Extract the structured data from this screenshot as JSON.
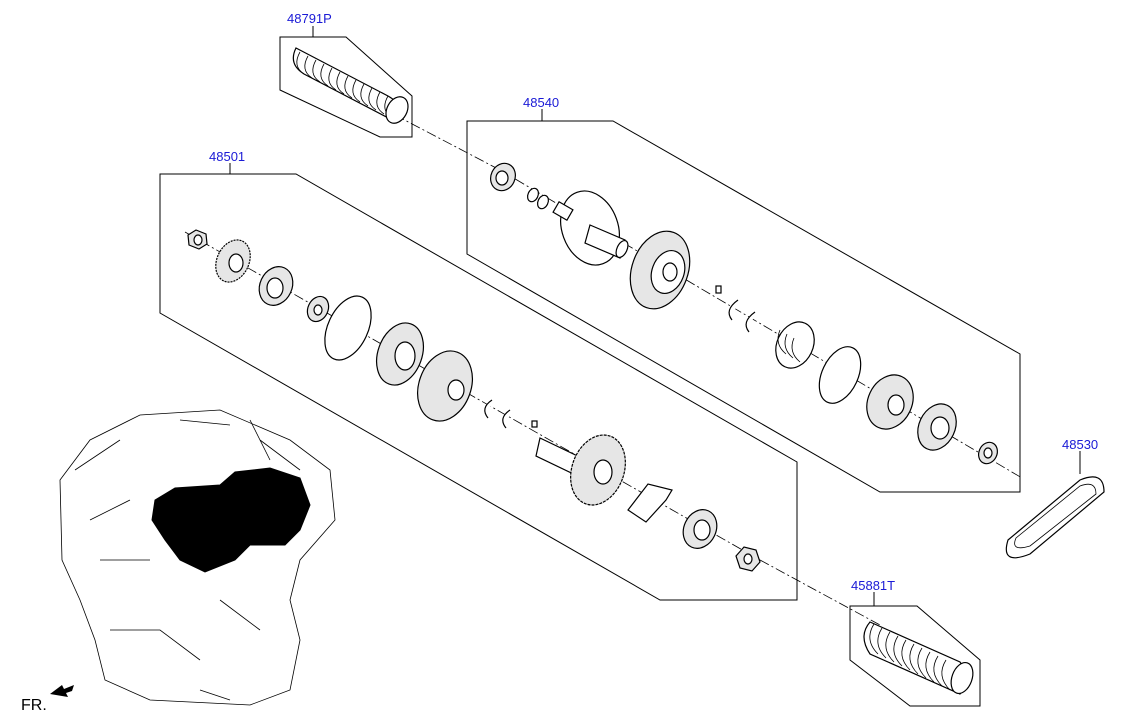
{
  "parts": [
    {
      "id": "48791P",
      "label": "48791P"
    },
    {
      "id": "48540",
      "label": "48540"
    },
    {
      "id": "48501",
      "label": "48501"
    },
    {
      "id": "48530",
      "label": "48530"
    },
    {
      "id": "45881T",
      "label": "45881T"
    }
  ],
  "orientation": {
    "label": "FR."
  },
  "icons": {
    "front_arrow": "front-arrow-icon"
  },
  "colors": {
    "link": "#1a1ad6",
    "line": "#000000",
    "background": "#ffffff"
  }
}
